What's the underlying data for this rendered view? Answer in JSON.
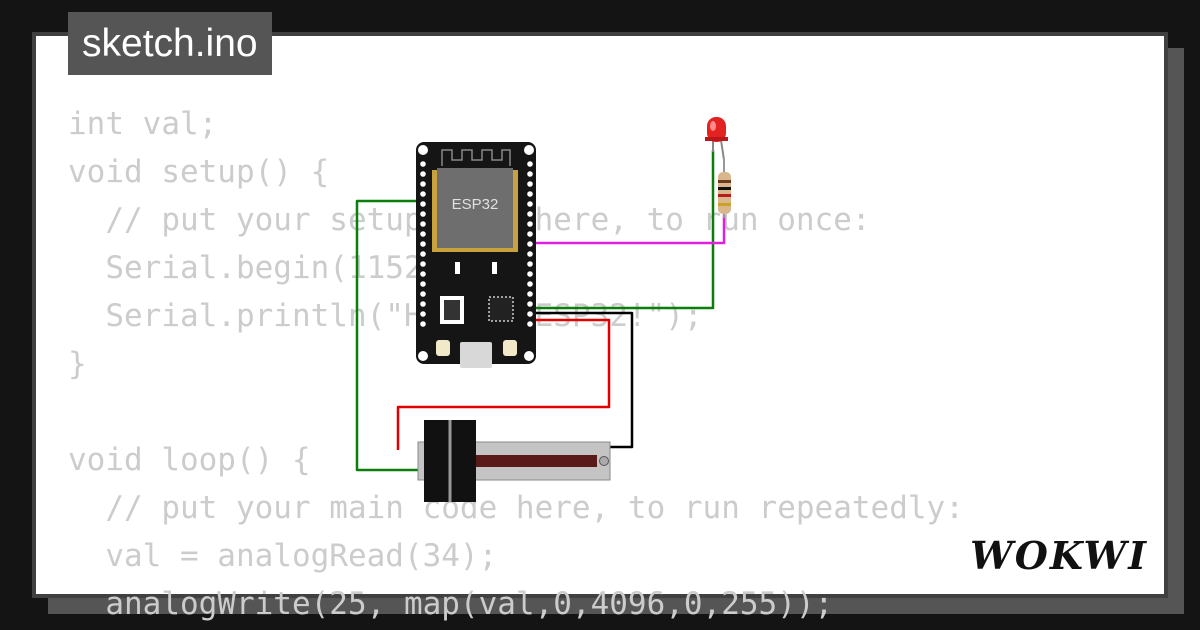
{
  "file": {
    "name": "sketch.ino"
  },
  "code": {
    "lines": [
      "int val;",
      "void setup() {",
      "  // put your setup code here, to run once:",
      "  Serial.begin(115200);",
      "  Serial.println(\"Hello, ESP32!\");",
      "}",
      "",
      "void loop() {",
      "  // put your main code here, to run repeatedly:",
      "  val = analogRead(34);",
      "  analogWrite(25, map(val,0,4096,0,255));"
    ]
  },
  "board": {
    "label": "ESP32"
  },
  "brand": {
    "name": "WOKWI"
  },
  "colors": {
    "background": "#141414",
    "card": "#ffffff",
    "card_border": "#404040",
    "title_tab": "#555555",
    "code_text": "#cccccc",
    "wire_green": "#0a7d0a",
    "wire_red": "#e00000",
    "wire_magenta": "#e020e0",
    "wire_black": "#000000",
    "led_red": "#e32222"
  },
  "icons": [
    "esp32-board",
    "red-led",
    "resistor",
    "slide-potentiometer",
    "wokwi-logo"
  ]
}
